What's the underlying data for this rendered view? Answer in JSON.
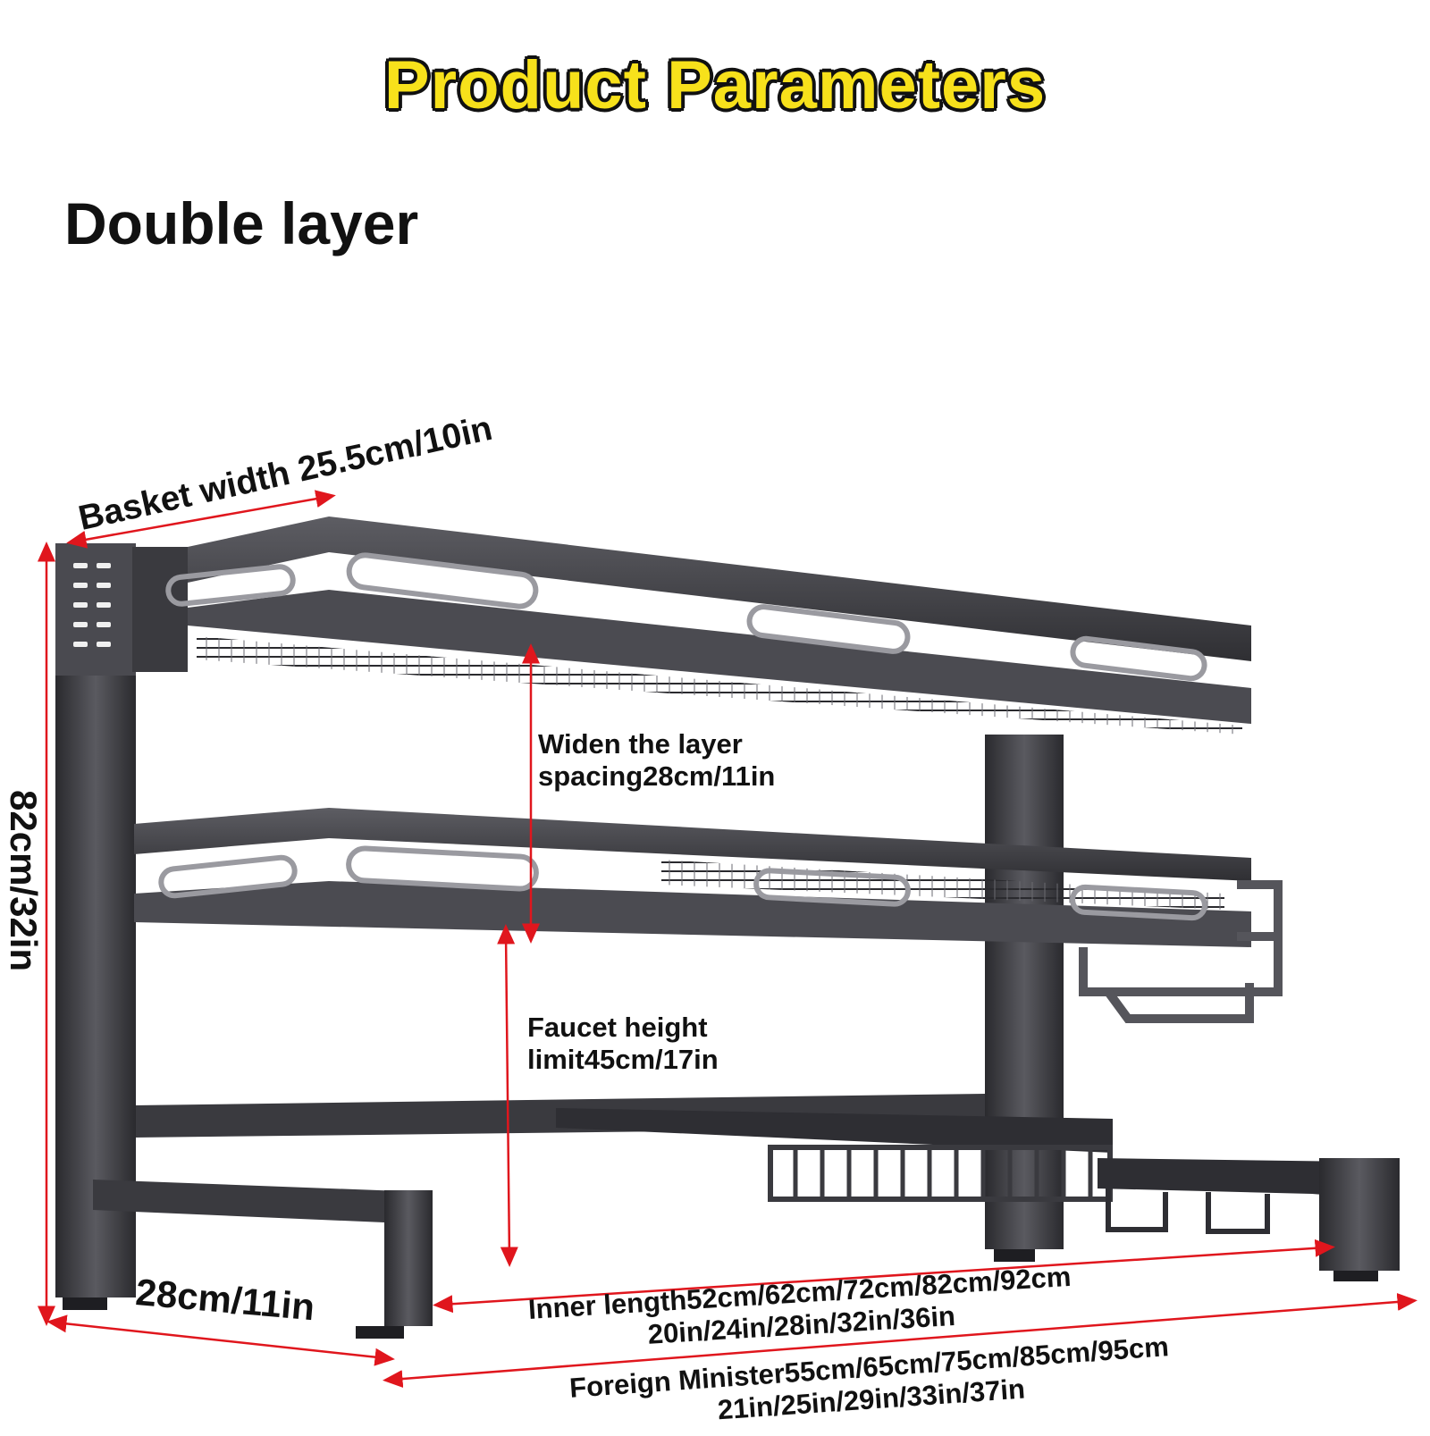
{
  "title": "Product Parameters",
  "subtitle": "Double layer",
  "dimensions": {
    "basket_width": "Basket width 25.5cm/10in",
    "total_height": "82cm/32in",
    "layer_spacing_line1": "Widen the layer",
    "layer_spacing_line2": "spacing28cm/11in",
    "faucet_line1": "Faucet height",
    "faucet_line2": "limit45cm/17in",
    "depth": "28cm/11in",
    "inner_length_line1": "Inner length52cm/62cm/72cm/82cm/92cm",
    "inner_length_line2": "20in/24in/28in/32in/36in",
    "outer_length_line1": "Foreign Minister55cm/65cm/75cm/85cm/95cm",
    "outer_length_line2": "21in/25in/29in/33in/37in"
  },
  "colors": {
    "title_fill": "#f7e11b",
    "title_outline": "#111111",
    "dimension_arrow": "#e0161d",
    "rack_dark": "#3c3c40",
    "rack_mid": "#56565c"
  }
}
